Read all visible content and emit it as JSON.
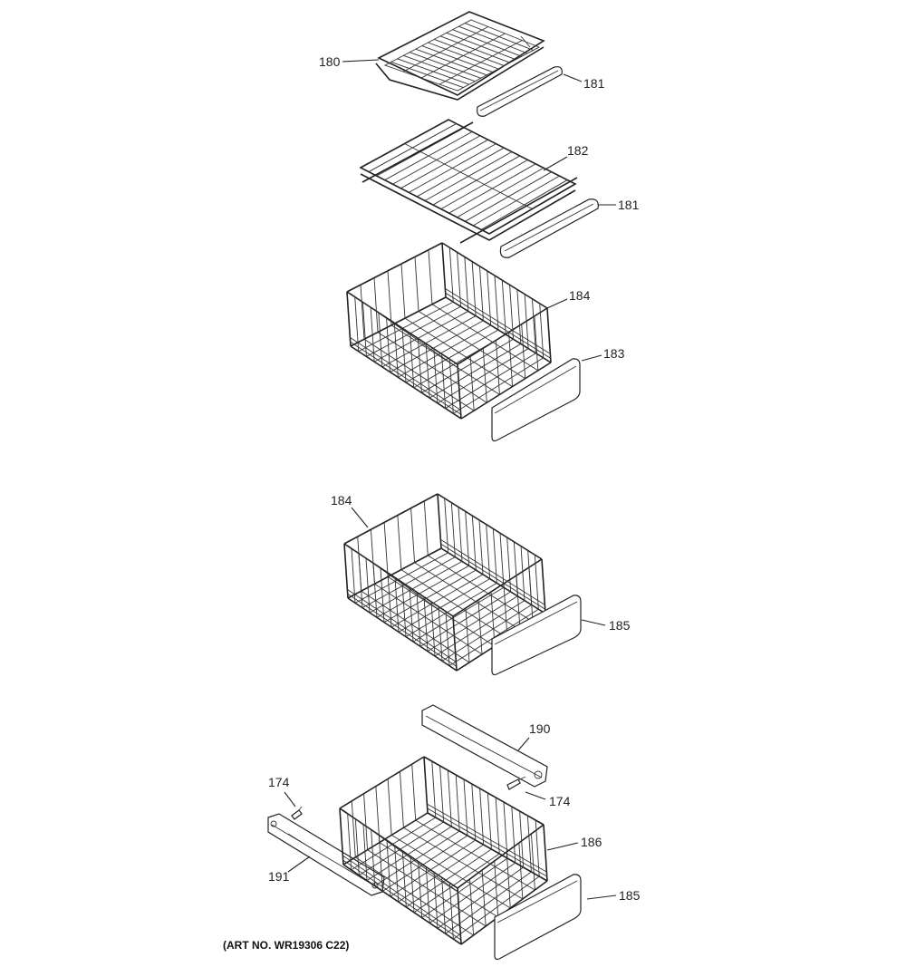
{
  "callouts": [
    {
      "id": "c180a",
      "text": "180"
    },
    {
      "id": "c181a",
      "text": "181"
    },
    {
      "id": "c182",
      "text": "182"
    },
    {
      "id": "c181b",
      "text": "181"
    },
    {
      "id": "c184a",
      "text": "184"
    },
    {
      "id": "c183",
      "text": "183"
    },
    {
      "id": "c184b",
      "text": "184"
    },
    {
      "id": "c185a",
      "text": "185"
    },
    {
      "id": "c190",
      "text": "190"
    },
    {
      "id": "c174a",
      "text": "174"
    },
    {
      "id": "c174b",
      "text": "174"
    },
    {
      "id": "c186",
      "text": "186"
    },
    {
      "id": "c191",
      "text": "191"
    },
    {
      "id": "c185b",
      "text": "185"
    }
  ],
  "art_number": "(ART NO. WR19306 C22)"
}
